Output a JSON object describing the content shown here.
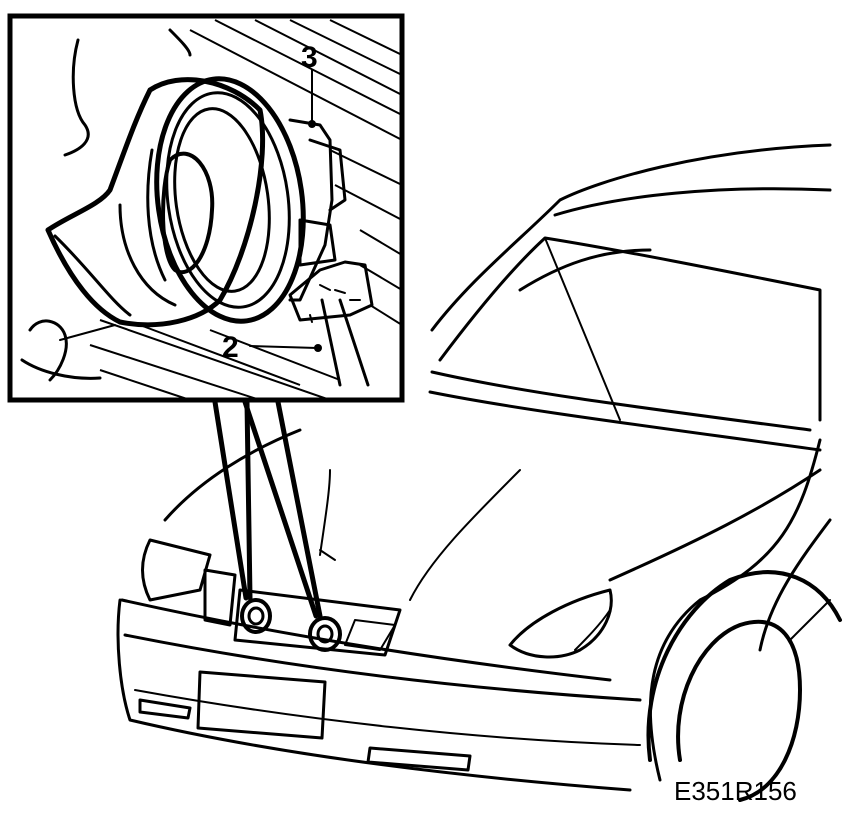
{
  "callouts": [
    {
      "id": "3",
      "text": "3"
    },
    {
      "id": "2",
      "text": "2"
    }
  ],
  "figure_code": "E351R156",
  "icons": {
    "horn": "horn-icon",
    "car": "car-front-icon"
  }
}
